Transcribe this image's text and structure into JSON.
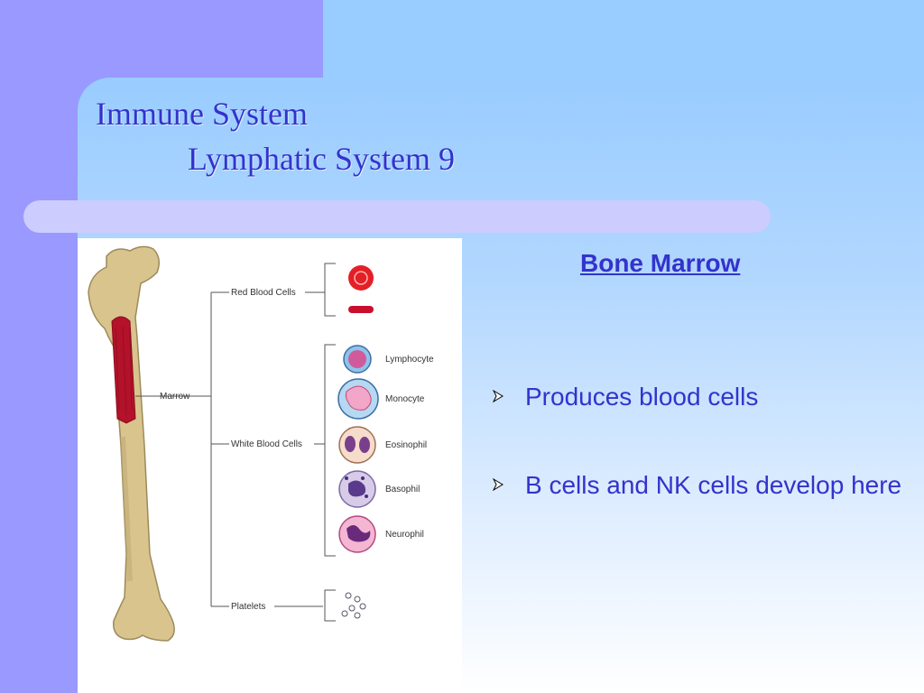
{
  "slide": {
    "title_line1": "Immune System",
    "title_line2": "Lymphatic System 9",
    "subtitle": "Bone Marrow",
    "bullets": [
      {
        "text": "Produces blood cells"
      },
      {
        "text": "B cells and NK cells develop here"
      }
    ]
  },
  "figure": {
    "labels": {
      "marrow": "Marrow",
      "red_blood_cells": "Red Blood Cells",
      "white_blood_cells": "White Blood Cells",
      "platelets": "Platelets",
      "lymphocyte": "Lymphocyte",
      "monocyte": "Monocyte",
      "eosinophil": "Eosinophil",
      "basophil": "Basophil",
      "neurophil": "Neurophil"
    },
    "icon": "bone-marrow-diagram"
  },
  "colors": {
    "background": "#9999ff",
    "panel": "#99ccff",
    "accent_bar": "#ccccff",
    "title_text": "#3333cc",
    "marrow_red": "#b3122a",
    "bone": "#d9c48e"
  }
}
